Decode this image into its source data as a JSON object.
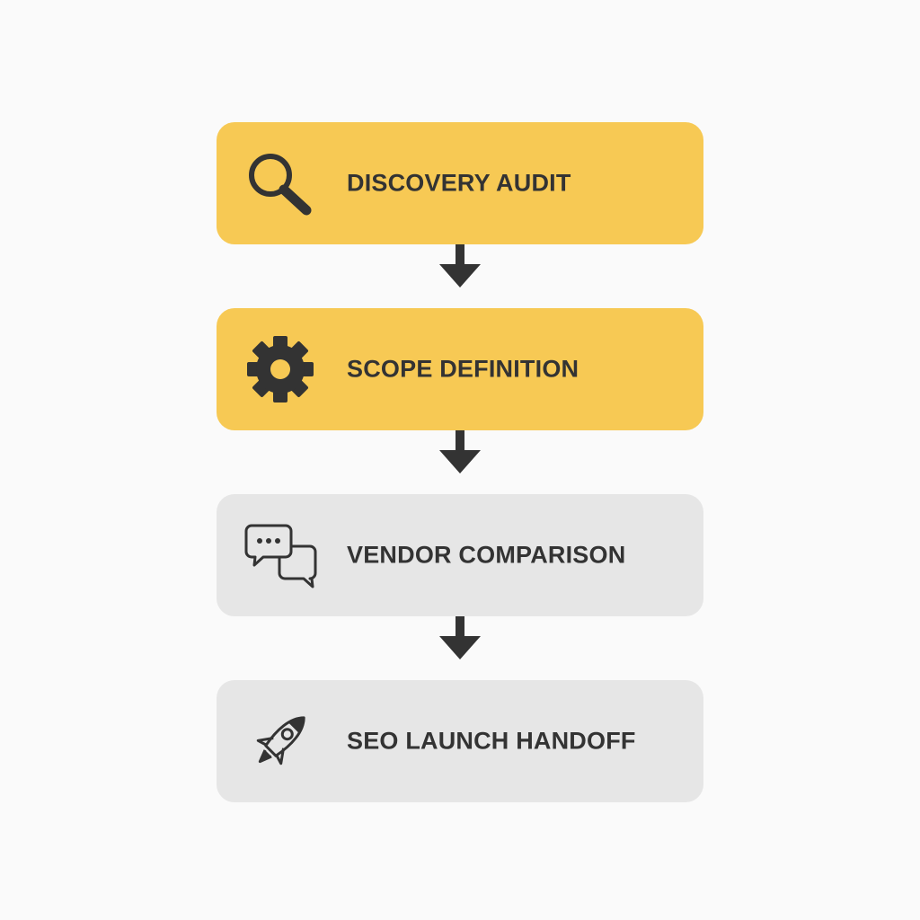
{
  "colors": {
    "active_fill": "#f7c954",
    "pending_fill": "#e6e6e6",
    "text": "#333333",
    "arrow": "#333333",
    "background": "#fafafa"
  },
  "steps": [
    {
      "label": "DISCOVERY AUDIT",
      "icon": "search-icon",
      "status": "active"
    },
    {
      "label": "SCOPE DEFINITION",
      "icon": "gear-icon",
      "status": "active"
    },
    {
      "label": "VENDOR COMPARISON",
      "icon": "chat-bubbles-icon",
      "status": "pending"
    },
    {
      "label": "SEO LAUNCH HANDOFF",
      "icon": "rocket-icon",
      "status": "pending"
    }
  ]
}
